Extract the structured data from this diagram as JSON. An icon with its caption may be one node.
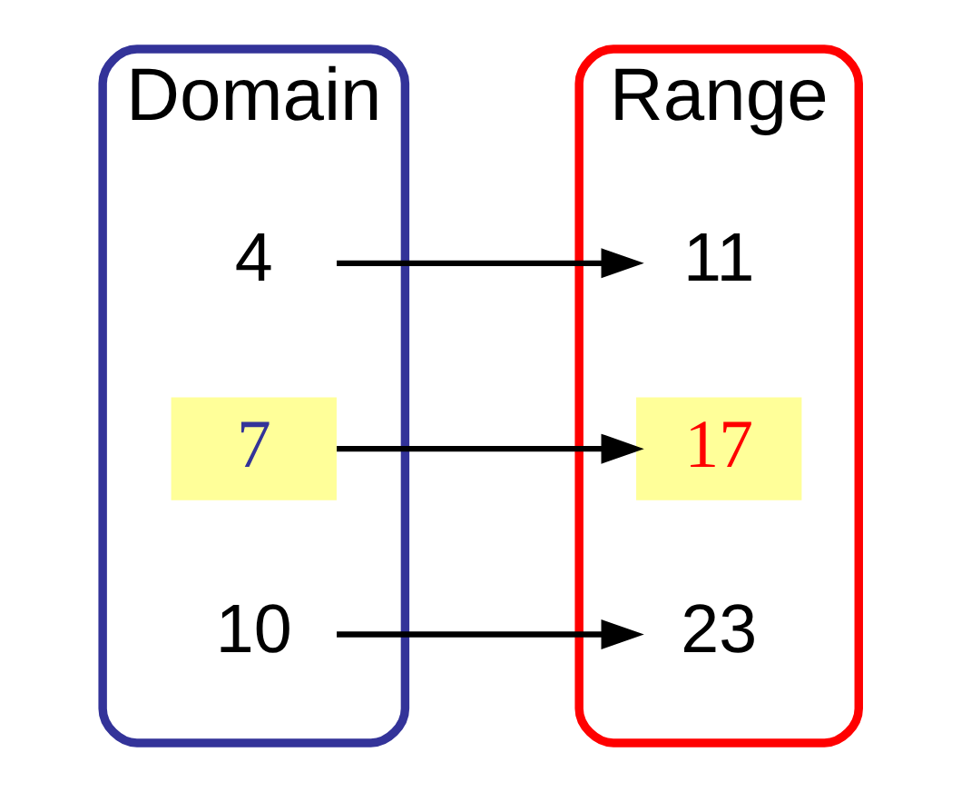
{
  "diagram": {
    "nodes": [
      {
        "text": [
          "Domain"
        ]
      },
      {
        "text": [
          "Range"
        ]
      },
      {
        "text": [
          "4"
        ],
        "in": 0
      },
      {
        "text": [
          "7"
        ],
        "in": 0
      },
      {
        "text": [
          "10"
        ],
        "in": 0
      },
      {
        "text": [
          "11"
        ],
        "in": 1
      },
      {
        "text": [
          "17"
        ],
        "in": 1
      },
      {
        "text": [
          "23"
        ],
        "in": 1
      }
    ],
    "edges": [
      {
        "from": 2,
        "to": 5,
        "arrow": "to"
      },
      {
        "from": 3,
        "to": 6,
        "arrow": "to"
      },
      {
        "from": 4,
        "to": 7,
        "arrow": "to"
      }
    ]
  }
}
